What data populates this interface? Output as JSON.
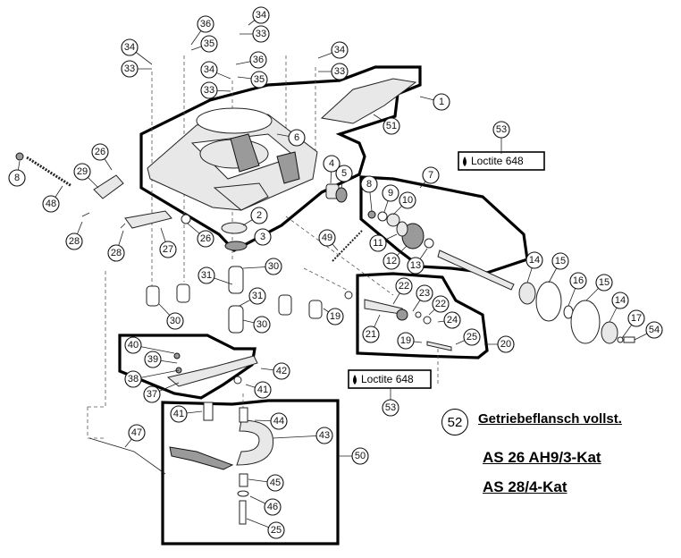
{
  "title": "Getriebeflansch vollst.",
  "title_callout": "52",
  "models": [
    "AS 26 AH9/3-Kat",
    "AS 28/4-Kat"
  ],
  "loctite_labels": [
    "Loctite 648",
    "Loctite 648"
  ],
  "callouts": [
    {
      "num": "34"
    },
    {
      "num": "33"
    },
    {
      "num": "36"
    },
    {
      "num": "35"
    },
    {
      "num": "34"
    },
    {
      "num": "33"
    },
    {
      "num": "34"
    },
    {
      "num": "33"
    },
    {
      "num": "36"
    },
    {
      "num": "35"
    },
    {
      "num": "34"
    },
    {
      "num": "33"
    },
    {
      "num": "1"
    },
    {
      "num": "51"
    },
    {
      "num": "6"
    },
    {
      "num": "53"
    },
    {
      "num": "7"
    },
    {
      "num": "4"
    },
    {
      "num": "5"
    },
    {
      "num": "8"
    },
    {
      "num": "9"
    },
    {
      "num": "10"
    },
    {
      "num": "26"
    },
    {
      "num": "8"
    },
    {
      "num": "29"
    },
    {
      "num": "48"
    },
    {
      "num": "2"
    },
    {
      "num": "3"
    },
    {
      "num": "28"
    },
    {
      "num": "27"
    },
    {
      "num": "26"
    },
    {
      "num": "28"
    },
    {
      "num": "49"
    },
    {
      "num": "11"
    },
    {
      "num": "12"
    },
    {
      "num": "13"
    },
    {
      "num": "14"
    },
    {
      "num": "15"
    },
    {
      "num": "16"
    },
    {
      "num": "15"
    },
    {
      "num": "14"
    },
    {
      "num": "17"
    },
    {
      "num": "54"
    },
    {
      "num": "30"
    },
    {
      "num": "31"
    },
    {
      "num": "31"
    },
    {
      "num": "30"
    },
    {
      "num": "30"
    },
    {
      "num": "19"
    },
    {
      "num": "22"
    },
    {
      "num": "23"
    },
    {
      "num": "22"
    },
    {
      "num": "24"
    },
    {
      "num": "21"
    },
    {
      "num": "19"
    },
    {
      "num": "25"
    },
    {
      "num": "20"
    },
    {
      "num": "40"
    },
    {
      "num": "39"
    },
    {
      "num": "38"
    },
    {
      "num": "42"
    },
    {
      "num": "41"
    },
    {
      "num": "37"
    },
    {
      "num": "41"
    },
    {
      "num": "44"
    },
    {
      "num": "43"
    },
    {
      "num": "47"
    },
    {
      "num": "50"
    },
    {
      "num": "45"
    },
    {
      "num": "46"
    },
    {
      "num": "25"
    },
    {
      "num": "53"
    }
  ]
}
